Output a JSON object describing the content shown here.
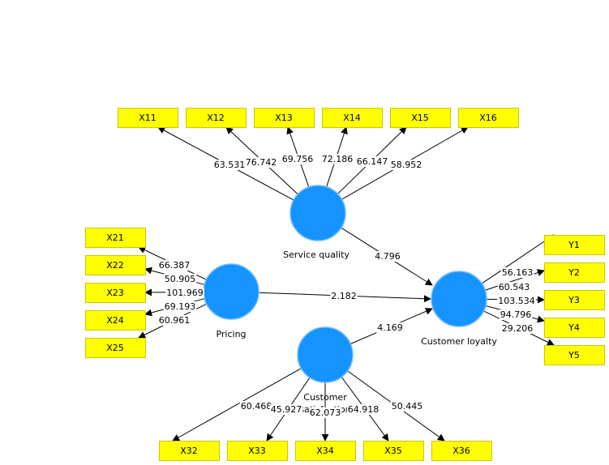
{
  "diagram": {
    "type": "pls-sem-path-model",
    "colors": {
      "indicator_fill": "#ffff00",
      "construct_fill": "#1593ff",
      "edge": "#000000"
    },
    "constructs": [
      {
        "id": "sq",
        "label": "Service quality"
      },
      {
        "id": "pr",
        "label": "Pricing"
      },
      {
        "id": "cl",
        "label": "Customer loyalty"
      },
      {
        "id": "cs",
        "label": "Customer\nsatisfaction"
      }
    ],
    "indicators": [
      {
        "id": "X11",
        "label": "X11",
        "construct": "sq",
        "value": "63.531"
      },
      {
        "id": "X12",
        "label": "X12",
        "construct": "sq",
        "value": "76.742"
      },
      {
        "id": "X13",
        "label": "X13",
        "construct": "sq",
        "value": "69.756"
      },
      {
        "id": "X14",
        "label": "X14",
        "construct": "sq",
        "value": "72.186"
      },
      {
        "id": "X15",
        "label": "X15",
        "construct": "sq",
        "value": "66.147"
      },
      {
        "id": "X16",
        "label": "X16",
        "construct": "sq",
        "value": "58.952"
      },
      {
        "id": "X21",
        "label": "X21",
        "construct": "pr",
        "value": "66.387"
      },
      {
        "id": "X22",
        "label": "X22",
        "construct": "pr",
        "value": "50.905"
      },
      {
        "id": "X23",
        "label": "X23",
        "construct": "pr",
        "value": "101.969"
      },
      {
        "id": "X24",
        "label": "X24",
        "construct": "pr",
        "value": "69.193"
      },
      {
        "id": "X25",
        "label": "X25",
        "construct": "pr",
        "value": "60.961"
      },
      {
        "id": "Y1",
        "label": "Y1",
        "construct": "cl",
        "value": "56.163"
      },
      {
        "id": "Y2",
        "label": "Y2",
        "construct": "cl",
        "value": "60.543"
      },
      {
        "id": "Y3",
        "label": "Y3",
        "construct": "cl",
        "value": "103.534"
      },
      {
        "id": "Y4",
        "label": "Y4",
        "construct": "cl",
        "value": "94.796"
      },
      {
        "id": "Y5",
        "label": "Y5",
        "construct": "cl",
        "value": "29.206"
      },
      {
        "id": "X32",
        "label": "X32",
        "construct": "cs",
        "value": "60.468"
      },
      {
        "id": "X33",
        "label": "X33",
        "construct": "cs",
        "value": "45.927"
      },
      {
        "id": "X34",
        "label": "X34",
        "construct": "cs",
        "value": "62.073"
      },
      {
        "id": "X35",
        "label": "X35",
        "construct": "cs",
        "value": "64.918"
      },
      {
        "id": "X36",
        "label": "X36",
        "construct": "cs",
        "value": "50.445"
      }
    ],
    "paths": [
      {
        "from": "sq",
        "to": "cl",
        "value": "4.796"
      },
      {
        "from": "pr",
        "to": "cl",
        "value": "2.182"
      },
      {
        "from": "cs",
        "to": "cl",
        "value": "4.169"
      }
    ]
  }
}
